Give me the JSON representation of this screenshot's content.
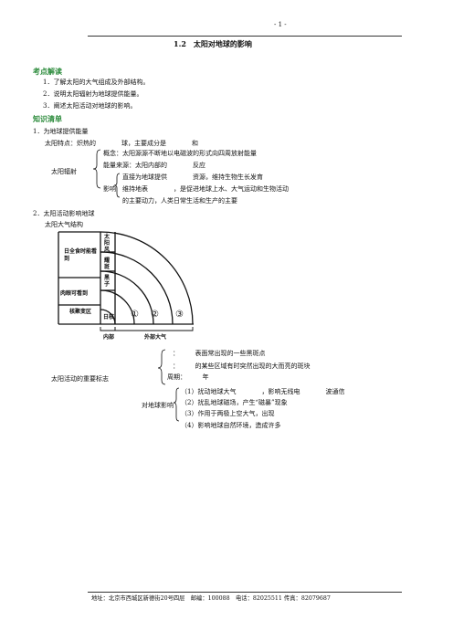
{
  "header": {
    "page_no": "- 1 -"
  },
  "title": "1.2　太阳对地球的影响",
  "sections": {
    "kaodian": {
      "heading": "考点解读",
      "items": [
        "1．了解太阳的大气组成及外部结构。",
        "2．说明太阳辐射为地球提供能量。",
        "3．阐述太阳活动对地球的影响。"
      ]
    },
    "zhishi": {
      "heading": "知识清单",
      "item1": "1．为地球提供能量",
      "sun_traits": "太阳特点：炽热的　　　　球，主要成分是　　　　和",
      "radiation": {
        "label": "太阳辐射",
        "concept": "概念：太阳源源不断地以电磁波的形式向四周放射能量",
        "energy": "能量来源：太阳内部的　　　　反应",
        "influence_label": "影响",
        "inf1": "直接为地球提供　　　　资源，维持生物生长发育",
        "inf2": "维持地表　　　　，是促进地球上水、大气运动和生物活动",
        "inf3": "的主要动力，人类日常生活和生产的主要"
      },
      "item2": "2．太阳活动影响地球",
      "atmo_title": "太阳大气结构"
    }
  },
  "diagram": {
    "left_labels": [
      "日全食时能看到",
      "肉眼可看到",
      "核聚变区"
    ],
    "arc_labels": [
      "太阳风",
      "耀斑",
      "黑子"
    ],
    "bottom_cells": [
      "日核",
      "①",
      "②",
      "③"
    ],
    "bottom_labels": [
      "内部",
      "外部大气"
    ]
  },
  "activity": {
    "label": "太阳活动的重要标志",
    "l1": "：　　　表面常出现的一些黑斑点",
    "l2": "：　　　的某些区域有时突然出现的大而亮的斑块",
    "period": "周期：　　　年",
    "impact_label": "对地球影响",
    "i1": "（1）扰动地球大气　　　　，影响无线电　　　　波通信",
    "i2": "（2）扰乱地球磁场，产生“磁暴”现象",
    "i3": "（3）作用于两极上空大气，出现",
    "i4": "（4）影响地球自然环境，造成许多"
  },
  "footer": "地址：北京市西城区新德街20号四层　邮编：100088　电话：82025511  传真：82079687"
}
